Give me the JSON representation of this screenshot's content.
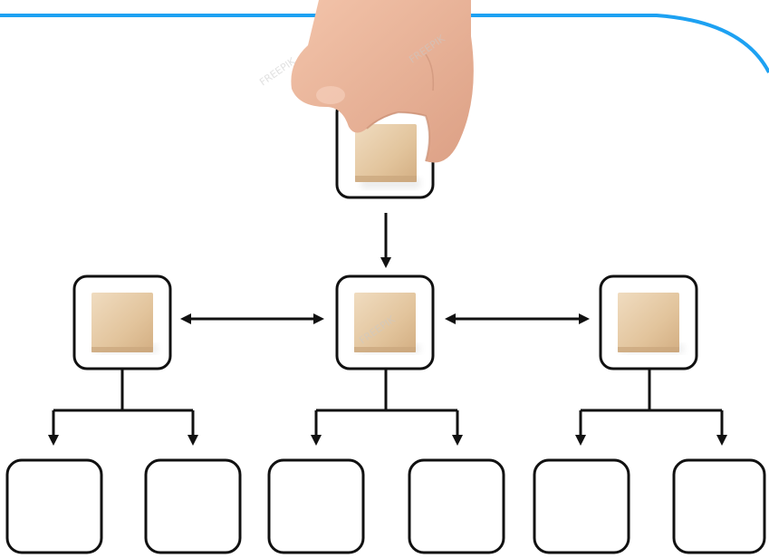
{
  "scene": {
    "description_kind": "photo",
    "accent_color": "#1da1f2",
    "line_color": "#111111",
    "cube_color": "#e4c9a3",
    "cube_shadow_color": "#c9a57c",
    "skin_color": "#e9b59c",
    "watermark_text": "FREEPIK"
  },
  "hierarchy": {
    "levels": [
      1,
      3,
      6
    ],
    "nodes_with_cubes": [
      "top",
      "mid-left",
      "mid-center",
      "mid-right"
    ],
    "empty_nodes": [
      "leaf-1",
      "leaf-2",
      "leaf-3",
      "leaf-4",
      "leaf-5",
      "leaf-6"
    ],
    "connections": [
      {
        "from": "top",
        "to": "mid-center",
        "type": "down-arrow"
      },
      {
        "from": "mid-left",
        "to": "mid-center",
        "type": "double-arrow"
      },
      {
        "from": "mid-center",
        "to": "mid-right",
        "type": "double-arrow"
      },
      {
        "from": "mid-left",
        "to": [
          "leaf-1",
          "leaf-2"
        ],
        "type": "branch-arrows"
      },
      {
        "from": "mid-center",
        "to": [
          "leaf-3",
          "leaf-4"
        ],
        "type": "branch-arrows"
      },
      {
        "from": "mid-right",
        "to": [
          "leaf-5",
          "leaf-6"
        ],
        "type": "branch-arrows"
      }
    ]
  }
}
